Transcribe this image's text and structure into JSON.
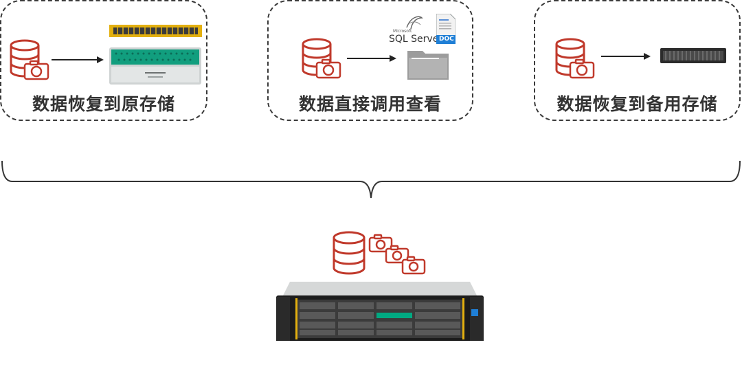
{
  "panels": [
    {
      "id": "restore-original",
      "label": "数据恢复到原存储"
    },
    {
      "id": "direct-access",
      "label": "数据直接调用查看"
    },
    {
      "id": "restore-backup",
      "label": "数据恢复到备用存储"
    }
  ],
  "sql_server": {
    "brand": "Microsoft",
    "name": "SQL Server"
  },
  "doc_file": {
    "label": "DOC"
  },
  "colors": {
    "icon_red": "#c0392b",
    "border": "#3a3a3a",
    "label": "#333333",
    "hpe_green": "#01a982"
  }
}
